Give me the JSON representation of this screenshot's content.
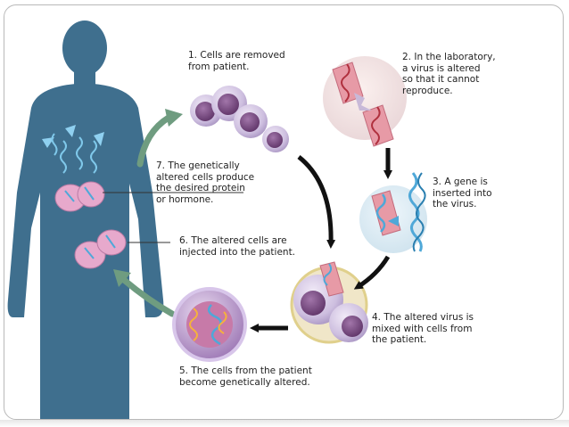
{
  "steps": [
    {
      "num": "1.",
      "text": "Cells are removed\nfrom patient."
    },
    {
      "num": "2.",
      "text": "In the laboratory,\na virus is altered\nso that it cannot\nreproduce."
    },
    {
      "num": "3.",
      "text": "A gene is\ninserted into\nthe virus."
    },
    {
      "num": "4.",
      "text": "The altered virus is\nmixed with cells from\nthe patient."
    },
    {
      "num": "5.",
      "text": "The cells from the patient\nbecome genetically altered."
    },
    {
      "num": "6.",
      "text": "The altered cells are\ninjected into the patient."
    },
    {
      "num": "7.",
      "text": "The genetically\naltered cells produce\nthe desired protein\nor hormone."
    }
  ],
  "colors": {
    "body": "#3f6f8e",
    "cell_fill": "#d7c8e4",
    "nucleus": "#7e4e86",
    "arrow": "#111111",
    "curve_arrow": "#6f9c80",
    "virus": "#e79aa6",
    "dna_blue": "#4fa8d8"
  }
}
